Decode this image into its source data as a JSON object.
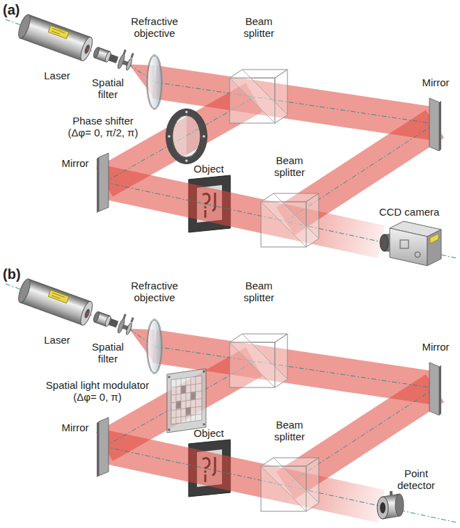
{
  "diagram": {
    "labels": [
      "(a)",
      "Laser",
      "Spatial filter",
      "Refractive objective",
      "Beam splitter",
      "Mirror",
      "Phase shifter (Δφ= 0, π/2, π)",
      "Mirror",
      "Object",
      "Beam splitter",
      "CCD camera",
      "(b)",
      "Laser",
      "Spatial filter",
      "Refractive objective",
      "Beam splitter",
      "Mirror",
      "Spatial light modulator (Δφ= 0, π)",
      "Mirror",
      "Object",
      "Beam splitter",
      "Point detector"
    ]
  }
}
